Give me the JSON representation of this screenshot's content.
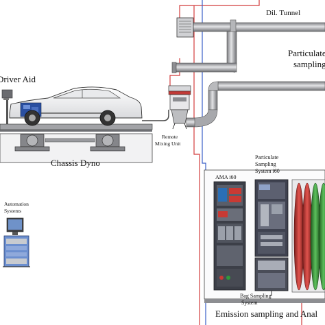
{
  "labels": {
    "dil_tunnel": "Dil. Tunnel",
    "particulate_line1": "Particulate",
    "particulate_line2": "sampling",
    "driver_aid": "Driver Aid",
    "remote_mixing_line1": "Remote",
    "remote_mixing_line2": "Mixing Unit",
    "chassis_dyno": "Chassis Dyno",
    "automation_line1": "Automation",
    "automation_line2": "Systems",
    "ama_i60": "AMA i60",
    "particulate_sys_line1": "Particulate",
    "particulate_sys_line2": "Sampling",
    "particulate_sys_line3": "System i60",
    "bag_sampling_line1": "Bag Sampling",
    "bag_sampling_line2": "System",
    "emission_sampling": "Emission sampling and Anal"
  },
  "colors": {
    "line_red": "#d23b3b",
    "line_blue": "#3a5fc8",
    "pipe": "#a9aaae",
    "bag_red": "#c63a35",
    "bag_green": "#3f9a3f"
  }
}
